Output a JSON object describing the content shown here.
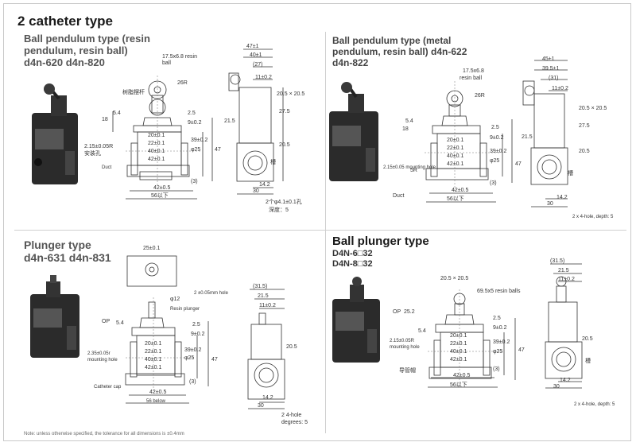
{
  "header": {
    "title": "2 catheter type"
  },
  "footnote": "Note: unless otherwise specified, the tolerance for all dimensions is ±0.4mm",
  "panel_a": {
    "title_line1": "Ball pendulum type (resin",
    "title_line2": "pendulum, resin ball)",
    "models": "d4n-620 d4n-820",
    "ball_label_1": "17.5x6.8 resin",
    "ball_label_2": "ball",
    "lever_label": "树脂摆杆",
    "radius": "26R",
    "dims": {
      "d18": "18",
      "d5_4": "5.4",
      "d2_5": "2.5",
      "d9": "9±0.2",
      "d20": "20±0.1",
      "d22": "22±0.1",
      "d40": "40±0.1",
      "d42": "42±0.1",
      "d39": "39±0.2",
      "d25": "φ25",
      "d47": "47",
      "d42b": "42±0.5",
      "d3": "(3)",
      "d56": "56以下",
      "top47": "47±1",
      "top40": "40±1",
      "top27": "(27)",
      "top11": "11±0.2",
      "side20_5": "20.5 × 20.5",
      "side27_5": "27.5",
      "side21_5": "21.5",
      "side20_5b": "20.5",
      "side14_2": "14.2",
      "side30": "30",
      "hole_note_1": "2个φ4.1±0.1孔",
      "hole_note_2": "深度：5",
      "mount_hole": "2.15±0.05R",
      "mount_hole_cn": "安装孔",
      "duct": "Duct",
      "grid": "槽"
    }
  },
  "panel_b": {
    "title_line1": "Ball pendulum type (metal",
    "title_line2": "pendulum, resin ball) d4n-622",
    "models": "d4n-822",
    "ball_label_1": "17.5x6.8",
    "ball_label_2": "resin ball",
    "radius": "26R",
    "dims": {
      "d18": "18",
      "d5_4": "5.4",
      "d2_5": "2.5",
      "d9": "9±0.2",
      "d20": "20±0.1",
      "d22": "22±0.1",
      "d40": "40±0.1",
      "d42": "42±0.1",
      "d39": "39±0.2",
      "d25": "φ25",
      "d47": "47",
      "d42b": "42±0.5",
      "d3": "(3)",
      "d56": "56以下",
      "d5r": "5R",
      "top45": "45±1",
      "top39_5": "39.5±1",
      "top31": "(31)",
      "top11": "11±0.2",
      "side20_5": "20.5 × 20.5",
      "side27_5": "27.5",
      "side21_5": "21.5",
      "side20_5b": "20.5",
      "side14_2": "14.2",
      "side30": "30",
      "duct": "Duct",
      "mount_note": "2.15±0.05 mounting hole",
      "hole_note": "2 x 4-hole, depth: 5",
      "grid": "槽"
    }
  },
  "panel_c": {
    "title": "Plunger type",
    "models": "d4n-631 d4n-831",
    "dims": {
      "top25": "25±0.1",
      "hole2": "2 ±0.05mm hole",
      "d12": "φ12",
      "resin_plunger": "Resin plunger",
      "op": "OP",
      "d5_4": "5.4",
      "d2_5": "2.5",
      "d9": "9±0.2",
      "d20": "20±0.1",
      "d22": "22±0.1",
      "d40": "40±0.1",
      "d42": "42±0.1",
      "d39": "39±0.2",
      "d25": "φ25",
      "d47": "47",
      "d42b": "42±0.5",
      "d3": "(3)",
      "d56": "56 below",
      "mount_1": "2.35±0.05r",
      "mount_2": "mounting hole",
      "catheter": "Catheter cap",
      "top31_5": "(31.5)",
      "top21_5": "21.5",
      "top11": "11±0.2",
      "side20_5": "20.5",
      "side14_2": "14.2",
      "side30": "30",
      "hole_note_1": "2 4-hole",
      "hole_note_2": "degrees: 5"
    }
  },
  "panel_d": {
    "title": "Ball plunger type",
    "model_1": "D4N-6□32",
    "model_2": "D4N-8□32",
    "dims": {
      "top20_5": "20.5 × 20.5",
      "resin_balls": "69.5x5 resin balls",
      "op": "OP",
      "d25_2": "25.2",
      "d5_4": "5.4",
      "d2_5": "2.5",
      "d9": "9±0.2",
      "d20": "20±0.1",
      "d22": "22±0.1",
      "d40": "40±0.1",
      "d42": "42±0.1",
      "d39": "39±0.2",
      "d25": "φ25",
      "d47": "47",
      "d42b": "42±0.5",
      "d3": "(3)",
      "d56": "56以下",
      "mount_1": "2.15±0.05R",
      "mount_2": "mounting hole",
      "guide": "导管帽",
      "top31_5": "(31.5)",
      "top21_5": "21.5",
      "top11": "11±0.2",
      "side20_5": "20.5",
      "side14_2": "14.2",
      "side30": "30",
      "hole_note": "2 x 4-hole, depth: 5",
      "grid": "槽"
    }
  }
}
